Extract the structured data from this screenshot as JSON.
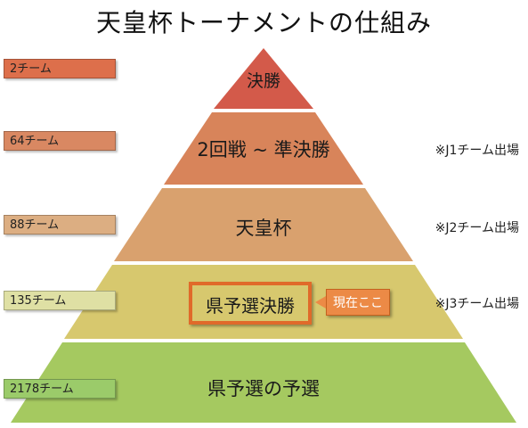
{
  "title": "天皇杯トーナメントの仕組み",
  "tiers": [
    {
      "label": "決勝",
      "count": "2チーム",
      "note": "",
      "fill": "#d35a4a",
      "box": "#dd6f4b"
    },
    {
      "label": "2回戦 ~ 準決勝",
      "count": "64チーム",
      "note": "※J1チーム出場",
      "fill": "#d8845a",
      "box": "#d98862"
    },
    {
      "label": "天皇杯",
      "count": "88チーム",
      "note": "※J2チーム出場",
      "fill": "#d9a16e",
      "box": "#dcae82"
    },
    {
      "label": "県予選決勝",
      "count": "135チーム",
      "note": "※J3チーム出場",
      "fill": "#d7c86e",
      "box": "#dfe0a4"
    },
    {
      "label": "県予選の予選",
      "count": "2178チーム",
      "note": "",
      "fill": "#a5c960",
      "box": "#9bcb6a"
    }
  ],
  "current_tag": "現在ここ",
  "colors": {
    "highlight_border": "#e06a2a",
    "current_tag_bg": "#ec8a46"
  }
}
